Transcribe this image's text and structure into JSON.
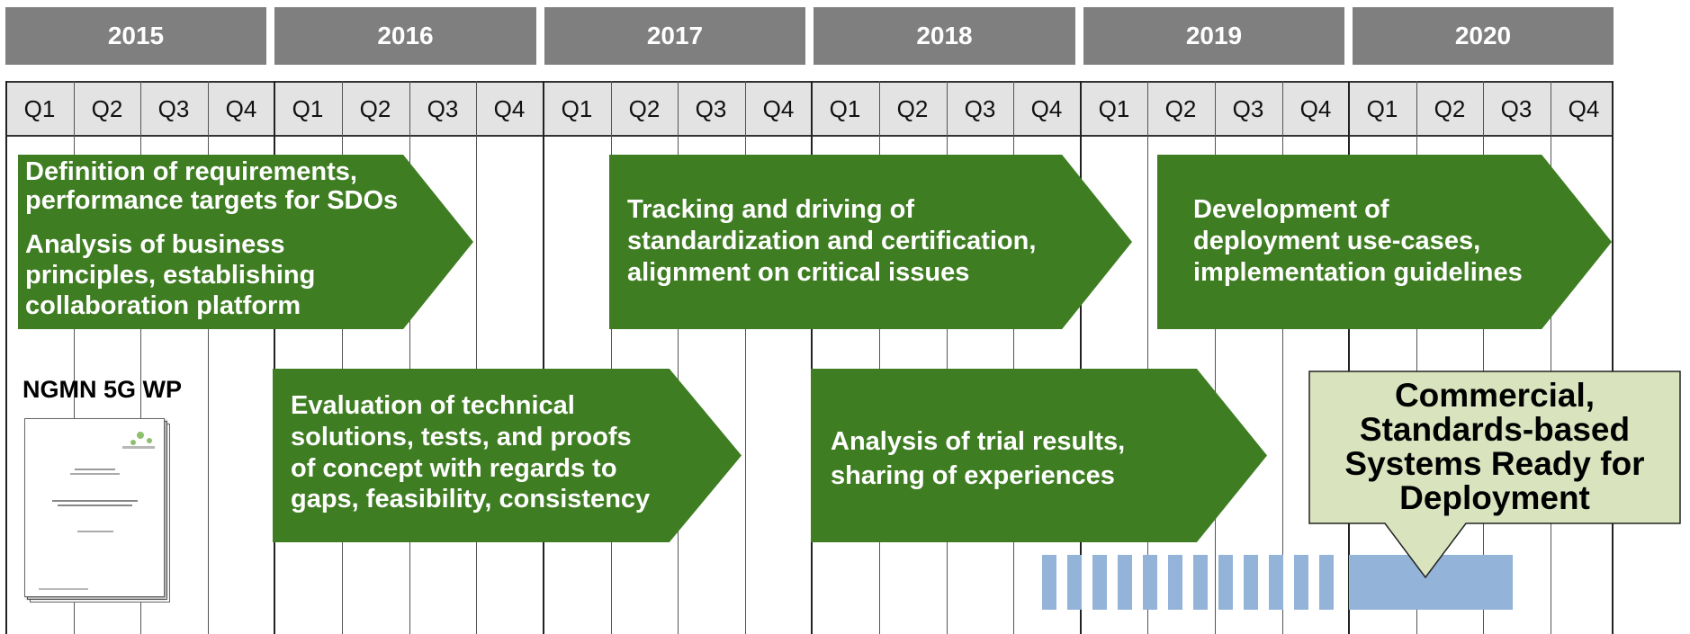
{
  "years": [
    "2015",
    "2016",
    "2017",
    "2018",
    "2019",
    "2020"
  ],
  "quarters": [
    "Q1",
    "Q2",
    "Q3",
    "Q4"
  ],
  "arrows": {
    "requirements": {
      "line1": "Definition of requirements,\nperformance targets for SDOs",
      "line2": "Analysis of business\nprinciples, establishing\ncollaboration platform"
    },
    "tracking": "Tracking and driving of\nstandardization and certification,\nalignment on critical issues",
    "deployment": "Development of\ndeployment use-cases,\nimplementation guidelines",
    "evaluation": "Evaluation of technical\nsolutions, tests, and proofs\nof concept with regards to\ngaps, feasibility, consistency",
    "trials": "Analysis of trial results,\nsharing of experiences"
  },
  "whitepaper": {
    "label": "NGMN 5G WP"
  },
  "callout": "Commercial,\nStandards-based\nSystems Ready for\nDeployment",
  "colors": {
    "arrow": "#3f7d22",
    "year_header": "#7f7f7f",
    "quarter_header": "#e3e3e3",
    "deployment_bar": "#93b3d9",
    "callout_fill": "#d9e4bf"
  }
}
